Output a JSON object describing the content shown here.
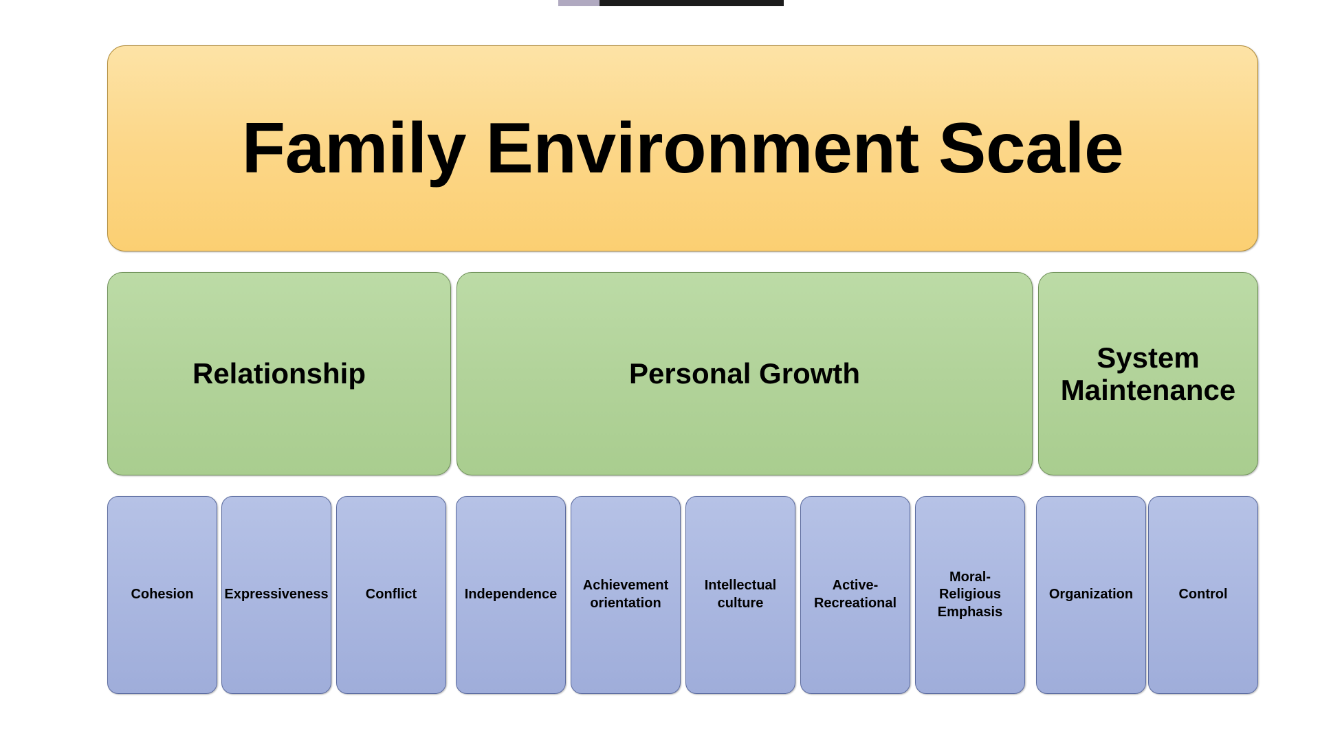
{
  "page": {
    "background_color": "#ffffff",
    "top_strip": {
      "purple_color": "#b0a9c0",
      "dark_color": "#1c1c1c"
    }
  },
  "colors": {
    "title_fill": "#fcd789",
    "title_border": "#b08a36",
    "category_fill": "#b2d39a",
    "category_border": "#6c8e56",
    "subscale_fill": "#aab7e0",
    "subscale_border": "#5a6a9e",
    "text": "#000000"
  },
  "diagram": {
    "type": "hierarchy",
    "title": {
      "label": "Family Environment Scale"
    },
    "categories": [
      {
        "label": "Relationship"
      },
      {
        "label": "Personal Growth"
      },
      {
        "label": "System\nMaintenance"
      }
    ],
    "subscales": [
      {
        "label": "Cohesion",
        "category": "Relationship"
      },
      {
        "label": "Expressiveness",
        "category": "Relationship"
      },
      {
        "label": "Conflict",
        "category": "Relationship"
      },
      {
        "label": "Independence",
        "category": "Personal Growth"
      },
      {
        "label": "Achievement\norientation",
        "category": "Personal Growth"
      },
      {
        "label": "Intellectual\nculture",
        "category": "Personal Growth"
      },
      {
        "label": "Active-\nRecreational",
        "category": "Personal Growth"
      },
      {
        "label": "Moral-\nReligious\nEmphasis",
        "category": "Personal Growth"
      },
      {
        "label": "Organization",
        "category": "System Maintenance"
      },
      {
        "label": "Control",
        "category": "System Maintenance"
      }
    ]
  }
}
